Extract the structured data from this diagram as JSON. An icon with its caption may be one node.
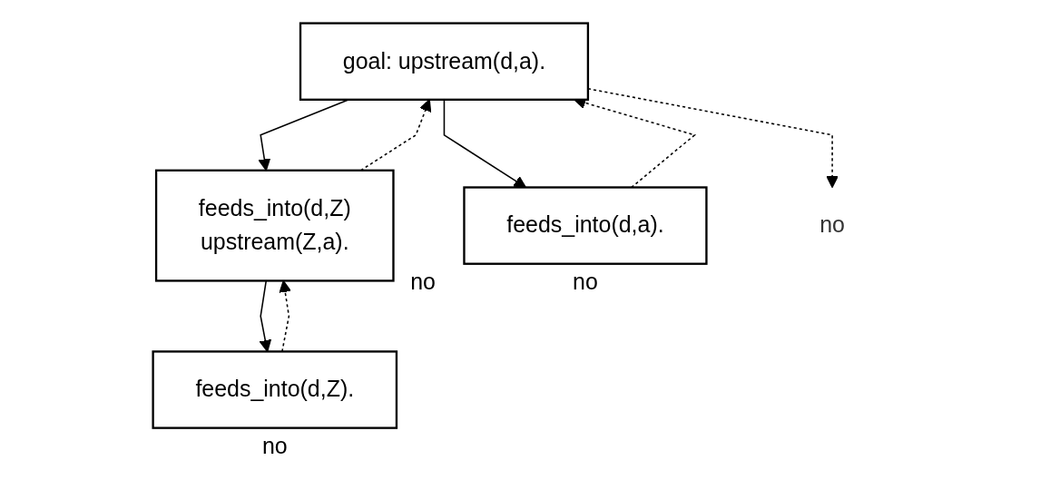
{
  "diagram": {
    "nodes": [
      {
        "text": [
          "goal: upstream(d,a)."
        ]
      },
      {
        "text": [
          "feeds_into(d,Z)",
          "upstream(Z,a)."
        ],
        "beside": [
          "no"
        ]
      },
      {
        "text": [
          "feeds_into(d,a)."
        ],
        "beside": [
          "no"
        ]
      },
      {
        "text": [
          "feeds_into(d,Z)."
        ],
        "beside": [
          "no"
        ]
      },
      {
        "text": [
          "no"
        ]
      }
    ],
    "edges": [
      {
        "from": 0,
        "to": 1,
        "arrow": "to"
      },
      {
        "from": 1,
        "to": 0,
        "arrow": "to",
        "style": "dashed"
      },
      {
        "from": 0,
        "to": 2,
        "arrow": "to"
      },
      {
        "from": 2,
        "to": 0,
        "arrow": "to",
        "style": "dashed"
      },
      {
        "from": 1,
        "to": 3,
        "arrow": "to"
      },
      {
        "from": 3,
        "to": 1,
        "arrow": "to",
        "style": "dashed"
      },
      {
        "from": 0,
        "to": 4,
        "arrow": "to",
        "style": "dashed"
      }
    ]
  }
}
